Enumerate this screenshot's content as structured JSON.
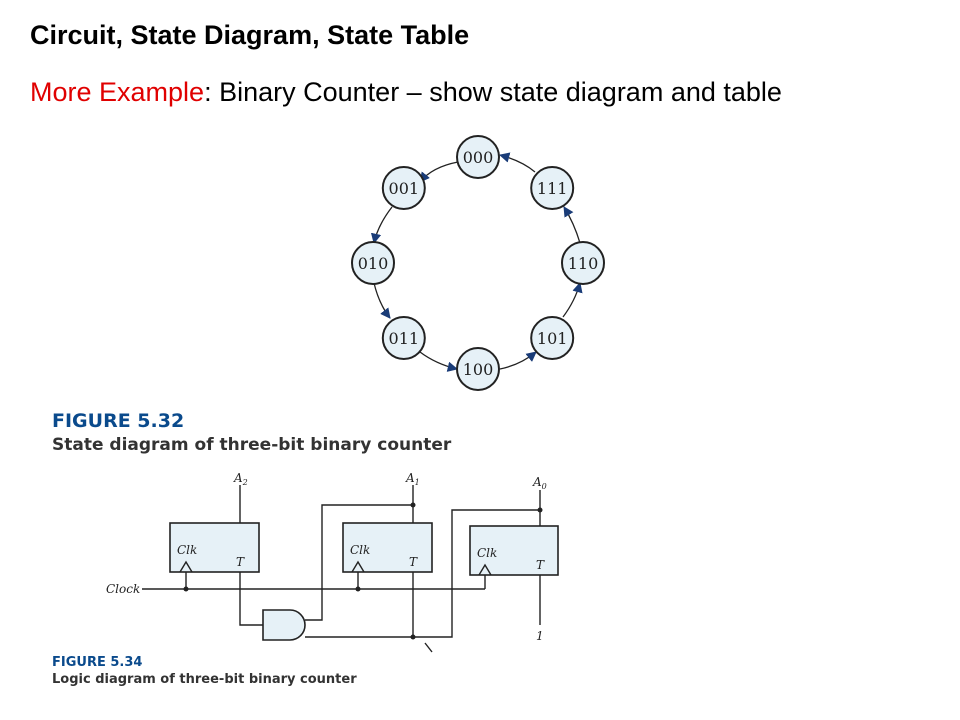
{
  "slide": {
    "title": "Circuit, State Diagram, State Table",
    "subtitle_accent": "More Example",
    "subtitle_colon": ":",
    "subtitle_rest": " Binary Counter – show state diagram and table"
  },
  "state_diagram": {
    "states": [
      "000",
      "001",
      "010",
      "011",
      "100",
      "101",
      "110",
      "111"
    ],
    "transitions": [
      [
        "000",
        "001"
      ],
      [
        "001",
        "010"
      ],
      [
        "010",
        "011"
      ],
      [
        "011",
        "100"
      ],
      [
        "100",
        "101"
      ],
      [
        "101",
        "110"
      ],
      [
        "110",
        "111"
      ],
      [
        "111",
        "000"
      ]
    ],
    "figure_number": "FIGURE 5.32",
    "figure_caption": "State diagram of three-bit binary counter"
  },
  "logic_diagram": {
    "outputs": {
      "a2_base": "A",
      "a2_sub": "2",
      "a1_base": "A",
      "a1_sub": "1",
      "a0_base": "A",
      "a0_sub": "0"
    },
    "clock_label": "Clock",
    "flipflop_clk_label": "Clk",
    "flipflop_t_label": "T",
    "constant_one": "1",
    "figure_number": "FIGURE 5.34",
    "figure_caption": "Logic diagram of three-bit binary counter"
  },
  "colors": {
    "accent_red": "#e00000",
    "figure_blue": "#0a4a8c",
    "fill_light_blue": "#e6f1f7"
  }
}
